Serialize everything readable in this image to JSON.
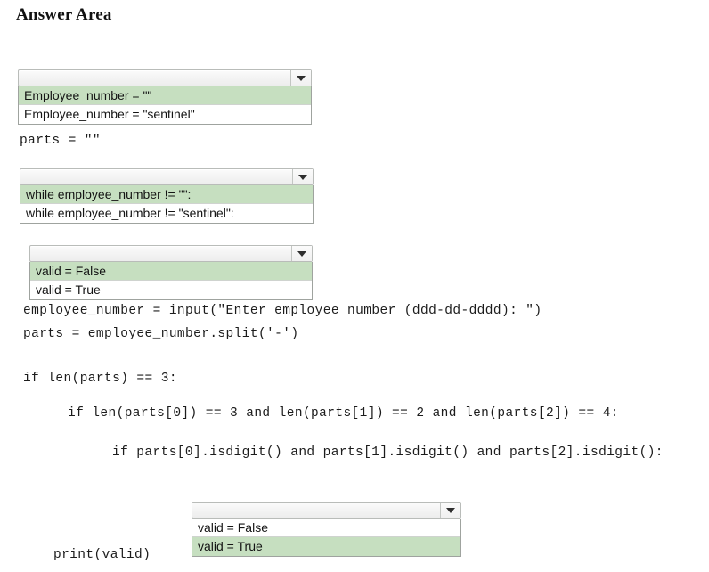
{
  "page": {
    "title": "Answer Area"
  },
  "icons": {
    "dropdown_caret": "chevron-down-icon"
  },
  "colors": {
    "highlight_green": "#c6dfc0",
    "select_background": "#f3f3f3",
    "option_background": "#ffffff",
    "text": "#141414",
    "border": "#9fa39f"
  },
  "dropdowns": [
    {
      "name": "dropdown-employee-number-init",
      "value": "",
      "options": [
        {
          "label": "Employee_number = \"\"",
          "selected": true
        },
        {
          "label": "Employee_number = \"sentinel\"",
          "selected": false
        }
      ]
    },
    {
      "name": "dropdown-while-condition",
      "value": "",
      "options": [
        {
          "label": "while employee_number != \"\":",
          "selected": true
        },
        {
          "label": "while employee_number != \"sentinel\":",
          "selected": false
        }
      ]
    },
    {
      "name": "dropdown-valid-init",
      "value": "",
      "options": [
        {
          "label": "valid = False",
          "selected": true
        },
        {
          "label": "valid = True",
          "selected": false
        }
      ]
    },
    {
      "name": "dropdown-valid-assign",
      "value": "",
      "options": [
        {
          "label": "valid = False",
          "selected": false
        },
        {
          "label": "valid = True",
          "selected": true
        }
      ]
    }
  ],
  "code_lines": [
    {
      "name": "code-parts-init",
      "text": "parts = \"\""
    },
    {
      "name": "code-input-prompt",
      "text": "employee_number = input(\"Enter employee number (ddd-dd-dddd): \")"
    },
    {
      "name": "code-parts-split",
      "text": "parts = employee_number.split('-')"
    },
    {
      "name": "code-if-len-parts",
      "text": "if len(parts) == 3:"
    },
    {
      "name": "code-if-len-segments",
      "text": "if len(parts[0]) == 3 and len(parts[1]) == 2 and len(parts[2]) == 4:"
    },
    {
      "name": "code-if-isdigit",
      "text": "if parts[0].isdigit() and parts[1].isdigit() and parts[2].isdigit():"
    },
    {
      "name": "code-print-valid",
      "text": "print(valid)"
    }
  ]
}
